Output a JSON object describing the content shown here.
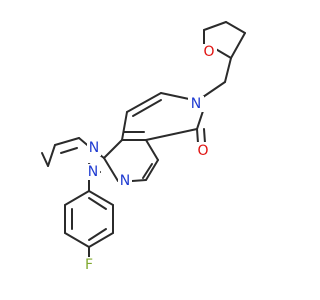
{
  "molecule": {
    "atoms": {
      "n_pyrazole": {
        "text": "N",
        "color": "#1f3bd1"
      },
      "n_bridge": {
        "text": "N",
        "color": "#1f3bd1"
      },
      "n_pyrimidine": {
        "text": "N",
        "color": "#1f3bd1"
      },
      "n_pyridone": {
        "text": "N",
        "color": "#1f3bd1"
      },
      "o_carbonyl": {
        "text": "O",
        "color": "#e0110f"
      },
      "o_thf": {
        "text": "O",
        "color": "#e0110f"
      },
      "f_aryl": {
        "text": "F",
        "color": "#7fa82f"
      }
    },
    "bond_color": "#2b2b2b"
  }
}
